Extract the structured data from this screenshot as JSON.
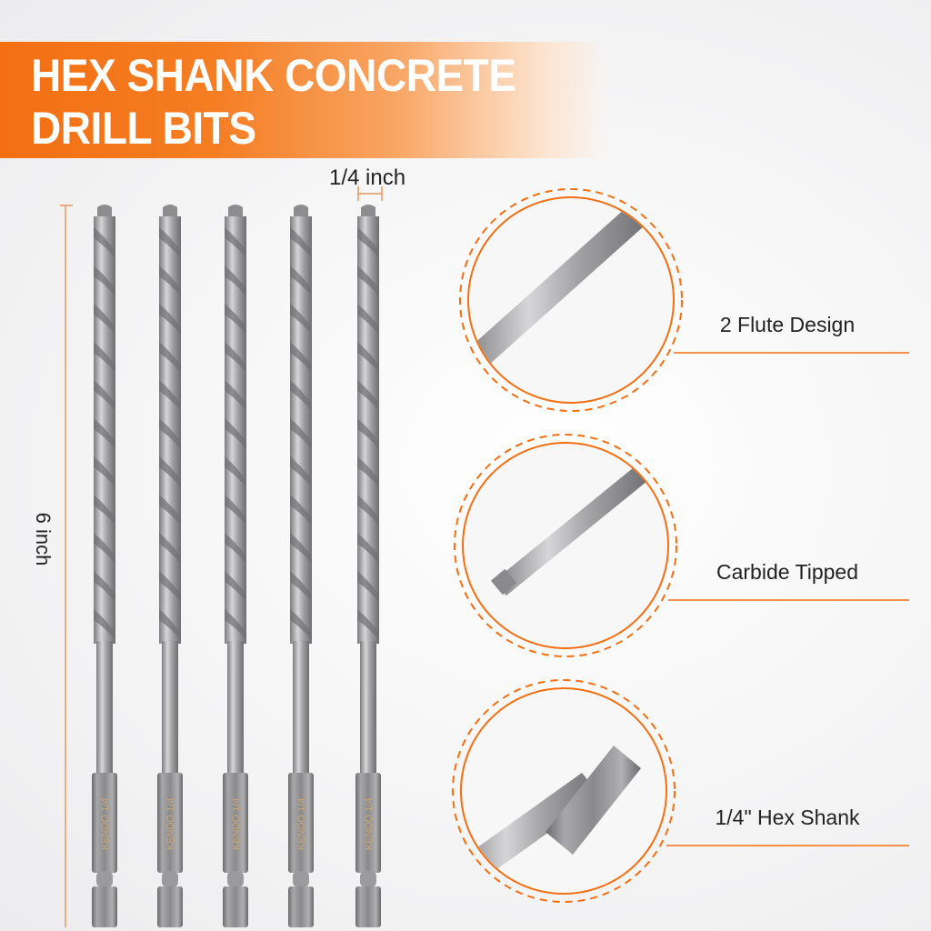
{
  "header": {
    "title_line1": "HEX SHANK CONCRETE",
    "title_line2": "DRILL BITS"
  },
  "dimensions": {
    "diameter": "1/4 inch",
    "length": "6 inch"
  },
  "product": {
    "brand_marking": "KENDO 1/4",
    "bit_count": 5
  },
  "features": [
    {
      "label": "2 Flute Design",
      "icon": "flute-detail"
    },
    {
      "label": "Carbide Tipped",
      "icon": "carbide-tip-detail"
    },
    {
      "label": "1/4\" Hex Shank",
      "icon": "hex-shank-detail"
    }
  ],
  "colors": {
    "accent": "#f36f12",
    "steel": "#9a9a9c",
    "marking": "#c9a67a"
  }
}
